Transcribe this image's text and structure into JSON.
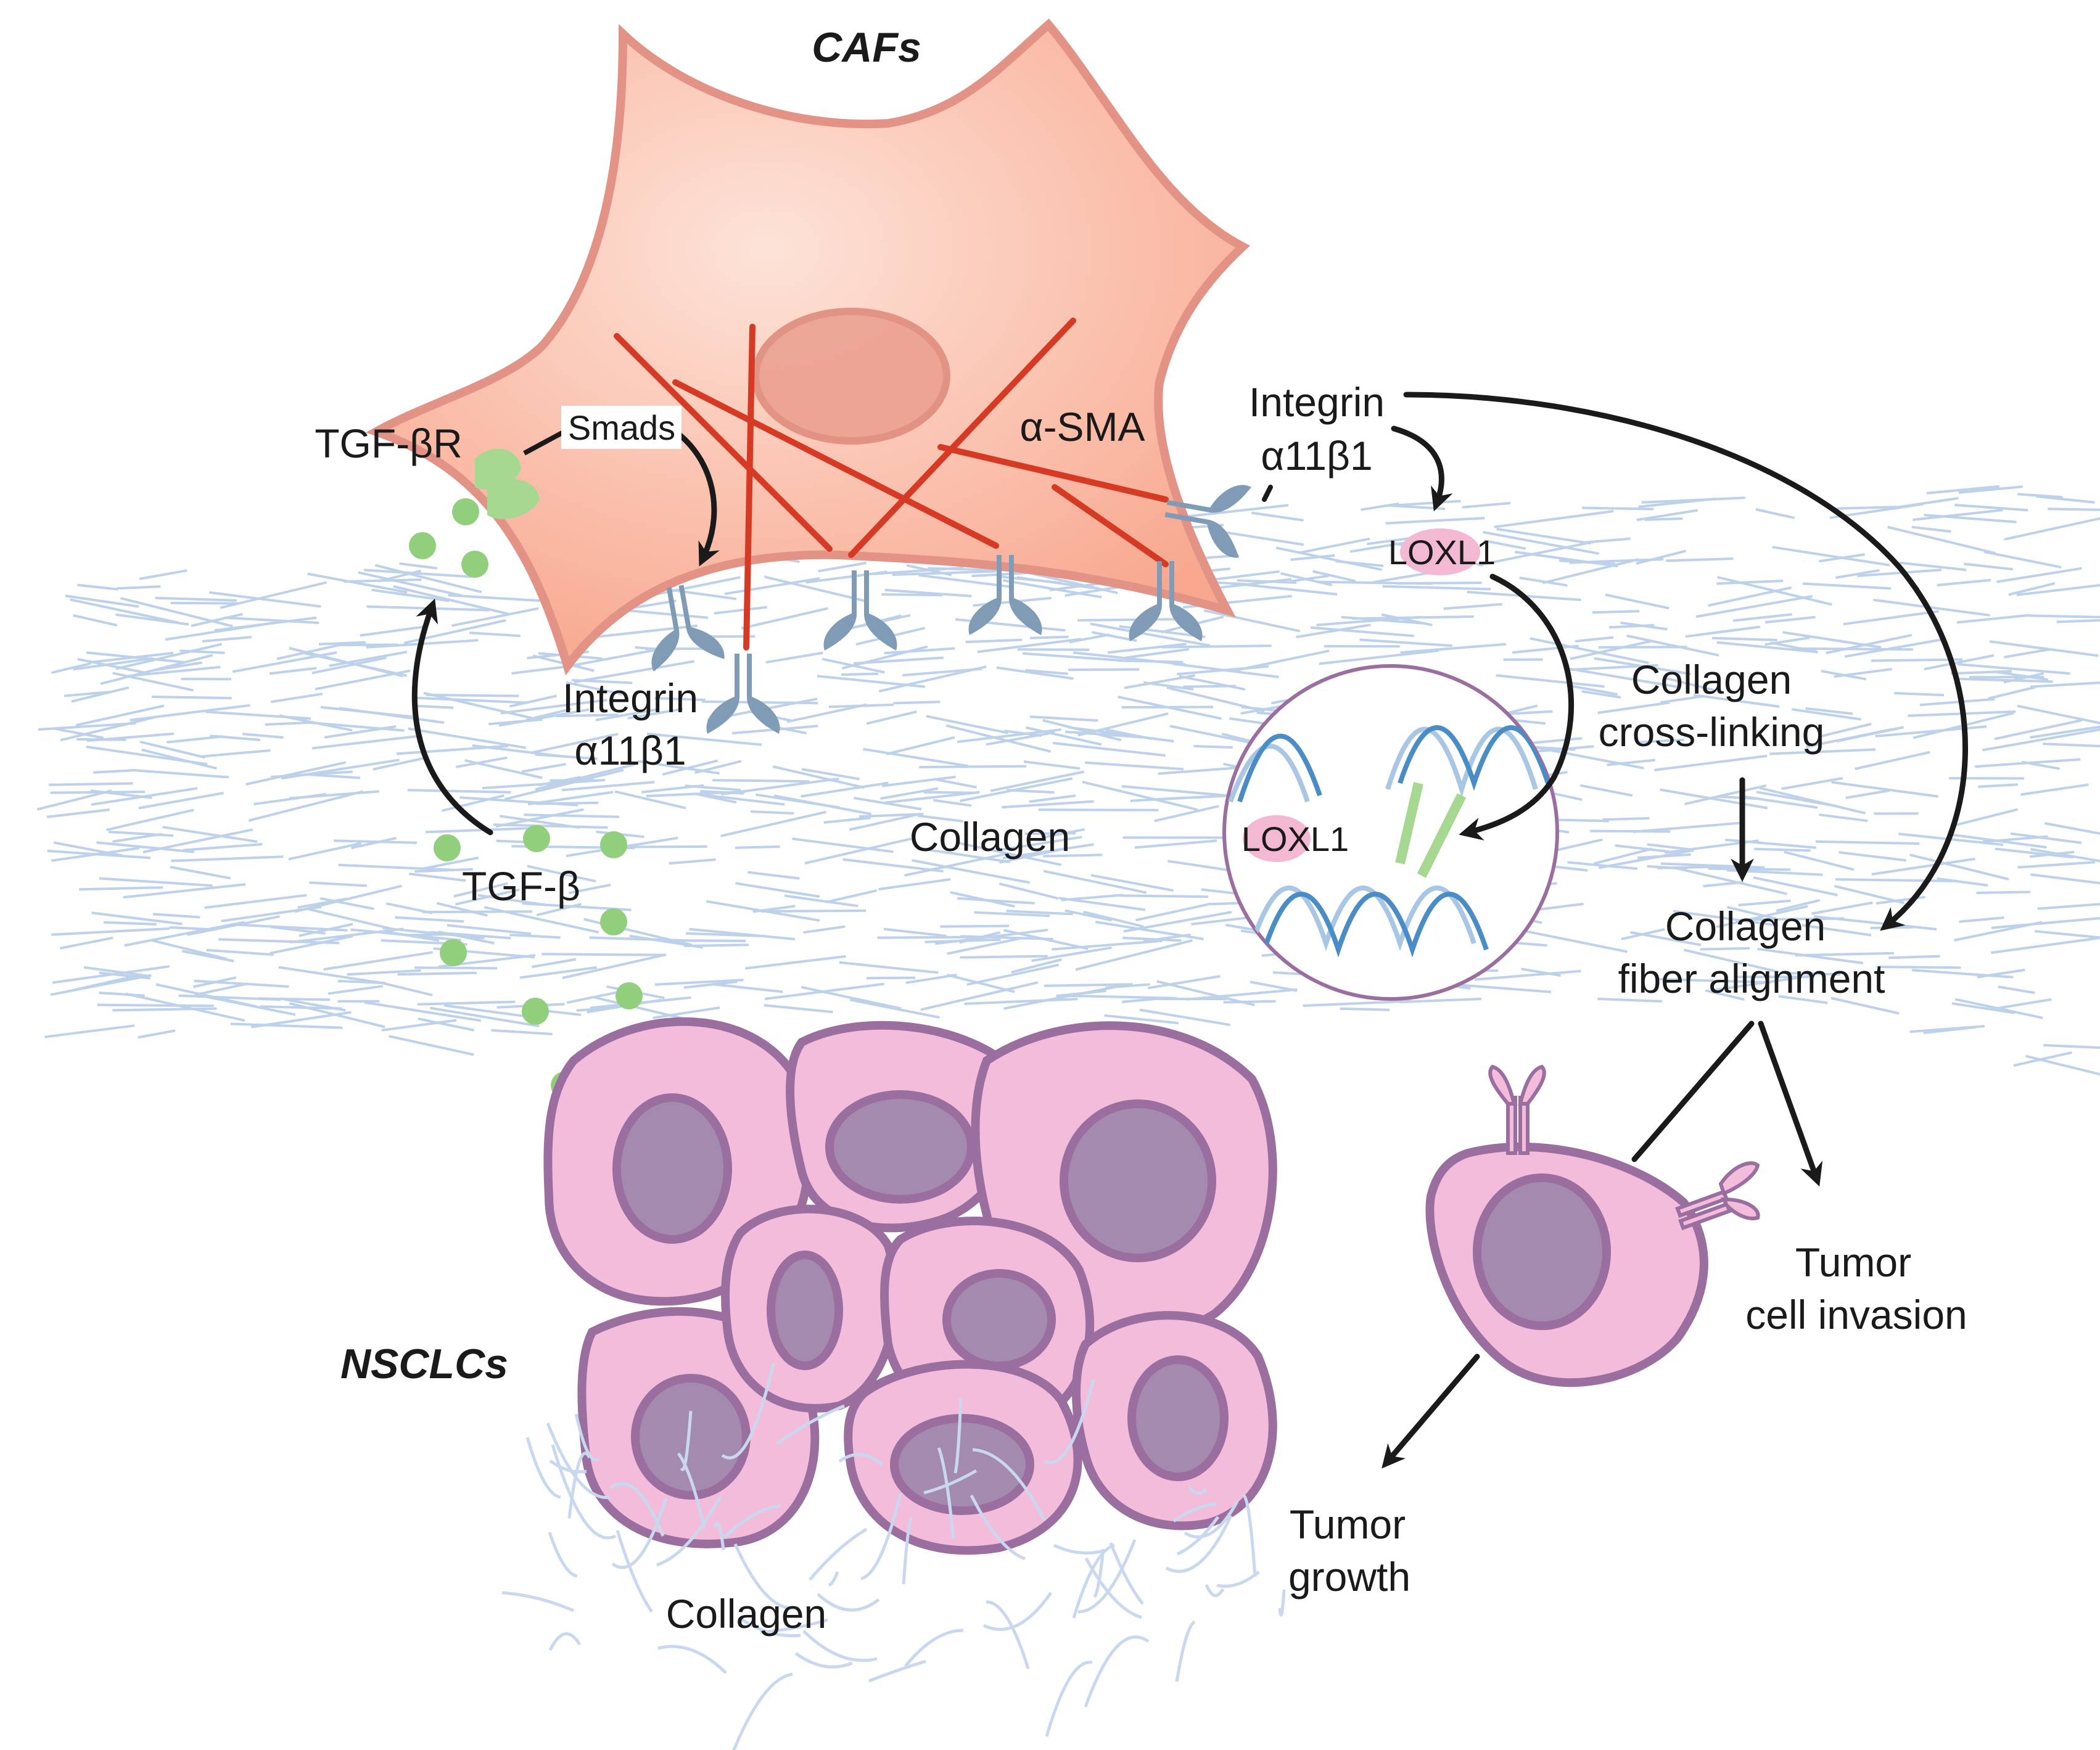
{
  "labels": {
    "cafs": "CAFs",
    "nsclcs": "NSCLCs",
    "tgf_beta_r": "TGF-βR",
    "smads": "Smads",
    "alpha_sma": "α-SMA",
    "integrin_top_line1": "Integrin",
    "integrin_top_line2": "α11β1",
    "integrin_mid_line1": "Integrin",
    "integrin_mid_line2": "α11β1",
    "loxl1_top": "LOXL1",
    "loxl1_inset": "LOXL1",
    "collagen_mid": "Collagen",
    "collagen_bottom": "Collagen",
    "tgf_beta": "TGF-β",
    "crosslinking_line1": "Collagen",
    "crosslinking_line2": "cross-linking",
    "alignment_line1": "Collagen",
    "alignment_line2": "fiber alignment",
    "invasion_line1": "Tumor",
    "invasion_line2": "cell invasion",
    "growth_line1": "Tumor",
    "growth_line2": "growth"
  },
  "colors": {
    "caf_fill": "#f9b9a3",
    "caf_outline": "#e39386",
    "nucleus_fill": "#eba191",
    "actin": "#d63a24",
    "integrin": "#7f9bb6",
    "collagen_fiber": "#b8cde8",
    "tgf_dot": "#92cf7d",
    "tumor_fill": "#f4bcdb",
    "tumor_outline": "#9a6e9f",
    "tumor_nucleus": "#a58ab0",
    "loxl1_bg": "#f3b9d2",
    "helix_dark": "#4a8cc6",
    "helix_light": "#a9c6e4",
    "crosslink": "#a6d892",
    "arrow": "#1a1a1a"
  }
}
